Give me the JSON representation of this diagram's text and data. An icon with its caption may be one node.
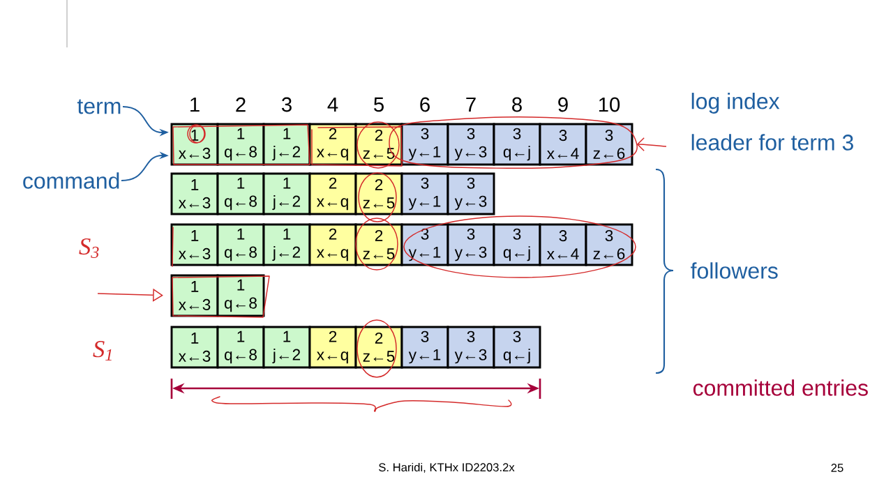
{
  "diagram": {
    "nodes": [
      {
        "text": [
          "term"
        ]
      },
      {
        "text": [
          "command"
        ]
      },
      {
        "text": [
          "1",
          "x←3"
        ]
      },
      {
        "text": [
          "1",
          "q←8"
        ]
      },
      {
        "text": [
          "1",
          "j←2"
        ]
      },
      {
        "text": [
          "2",
          "x←q"
        ]
      },
      {
        "text": [
          "2",
          "z←5"
        ]
      },
      {
        "text": [
          "3",
          "y←1"
        ]
      },
      {
        "text": [
          "3",
          "y←3"
        ]
      },
      {
        "text": [
          "3",
          "q←j"
        ]
      },
      {
        "text": [
          "3",
          "x←4"
        ]
      },
      {
        "text": [
          "3",
          "z←6"
        ]
      },
      {
        "text": [
          "1",
          "x←3"
        ]
      },
      {
        "text": [
          "1",
          "q←8"
        ]
      },
      {
        "text": [
          "1",
          "j←2"
        ]
      },
      {
        "text": [
          "2",
          "x←q"
        ]
      },
      {
        "text": [
          "2",
          "z←5"
        ]
      },
      {
        "text": [
          "3",
          "y←1"
        ]
      },
      {
        "text": [
          "3",
          "y←3"
        ]
      },
      {
        "text": [
          "1",
          "x←3"
        ]
      },
      {
        "text": [
          "1",
          "q←8"
        ]
      },
      {
        "text": [
          "1",
          "j←2"
        ]
      },
      {
        "text": [
          "2",
          "x←q"
        ]
      },
      {
        "text": [
          "2",
          "z←5"
        ]
      },
      {
        "text": [
          "3",
          "y←1"
        ]
      },
      {
        "text": [
          "3",
          "y←3"
        ]
      },
      {
        "text": [
          "3",
          "q←j"
        ]
      },
      {
        "text": [
          "3",
          "x←4"
        ]
      },
      {
        "text": [
          "3",
          "z←6"
        ]
      },
      {
        "text": [
          "1",
          "x←3"
        ]
      },
      {
        "text": [
          "1",
          "q←8"
        ]
      },
      {
        "text": [
          "1",
          "x←3"
        ]
      },
      {
        "text": [
          "1",
          "q←8"
        ]
      },
      {
        "text": [
          "1",
          "j←2"
        ]
      },
      {
        "text": [
          "2",
          "x←q"
        ]
      },
      {
        "text": [
          "2",
          "z←5"
        ]
      },
      {
        "text": [
          "3",
          "y←1"
        ]
      },
      {
        "text": [
          "3",
          "y←3"
        ]
      },
      {
        "text": [
          "3",
          "q←j"
        ]
      }
    ],
    "edges": [
      {
        "from": 0,
        "to": 2,
        "arrow": "to"
      },
      {
        "from": 1,
        "to": 2,
        "arrow": "to"
      },
      {
        "from": null,
        "to": 11,
        "arrow": "to",
        "color": "#d42a2a"
      },
      {
        "from": null,
        "to": 29,
        "arrow": "to",
        "color": "#d42a2a"
      }
    ],
    "labels": [
      "1",
      "2",
      "3",
      "4",
      "5",
      "6",
      "7",
      "8",
      "9",
      "10",
      "log index",
      "leader for term 3",
      "S$_{3}$",
      "followers",
      "S$_{1}$",
      "committed entries",
      "S. Haridi, KTHx ID2203.2x",
      "25"
    ]
  }
}
